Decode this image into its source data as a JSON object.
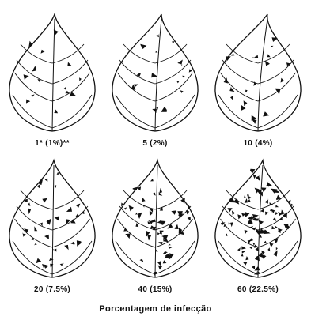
{
  "figure": {
    "title": "Porcentagem de infecção",
    "leaves": [
      {
        "label": "1* (1%)**",
        "infection_percent": 1,
        "spot_count": 14
      },
      {
        "label": "5 (2%)",
        "infection_percent": 2,
        "spot_count": 16
      },
      {
        "label": "10 (4%)",
        "infection_percent": 4,
        "spot_count": 20
      },
      {
        "label": "20 (7.5%)",
        "infection_percent": 7.5,
        "spot_count": 36
      },
      {
        "label": "40 (15%)",
        "infection_percent": 15,
        "spot_count": 60
      },
      {
        "label": "60 (22.5%)",
        "infection_percent": 22.5,
        "spot_count": 95
      }
    ]
  },
  "colors": {
    "ink": "#111111",
    "background": "#ffffff"
  }
}
